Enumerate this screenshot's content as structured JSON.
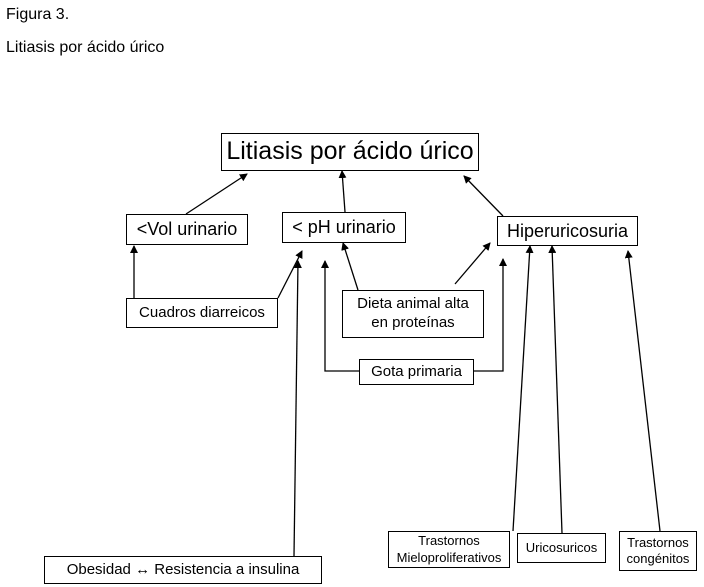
{
  "caption": {
    "figure": "Figura 3.",
    "title": "Litiasis por ácido úrico"
  },
  "nodes": {
    "main": "Litiasis por ácido úrico",
    "vol": "<Vol urinario",
    "ph": "< pH urinario",
    "hiper": "Hiperuricosuria",
    "diarrea": "Cuadros diarreicos",
    "dieta": "Dieta animal alta\nen proteínas",
    "gota": "Gota primaria",
    "trast_mielo": "Trastornos\nMieloproliferativos",
    "urico": "Uricosuricos",
    "trast_cong": "Trastornos\ncongénitos",
    "obesidad": "Obesidad ↔ Resistencia  a insulina"
  }
}
